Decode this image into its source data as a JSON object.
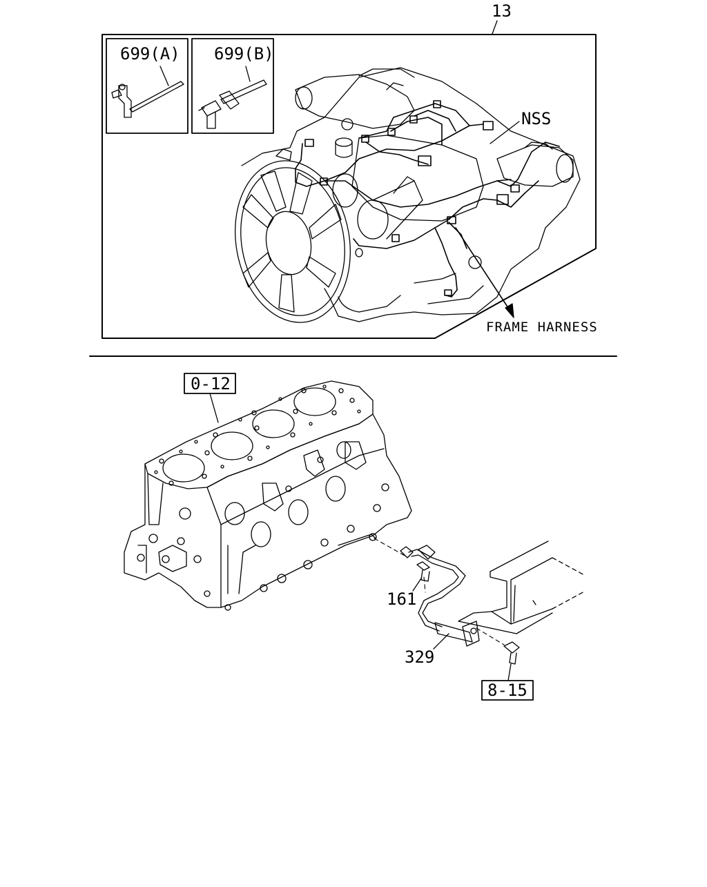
{
  "upper_view": {
    "assembly_callout": "13",
    "inset_a_label": "699(A)",
    "inset_b_label": "699(B)",
    "nss_label": "NSS",
    "frame_harness_label": "FRAME HARNESS"
  },
  "lower_view": {
    "block_ref": "0-12",
    "bolt_callout": "161",
    "pipe_callout": "329",
    "bracket_ref": "8-15"
  }
}
